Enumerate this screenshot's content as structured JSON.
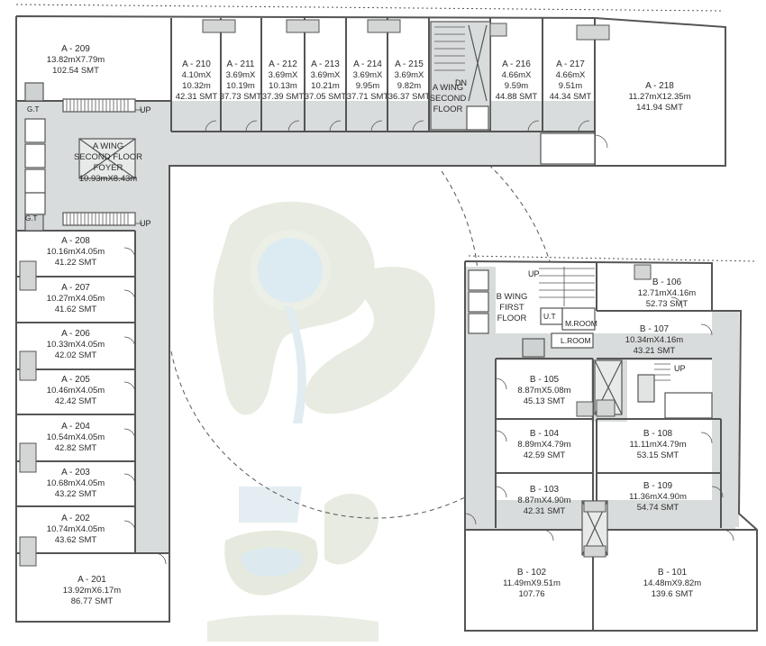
{
  "a_wing": {
    "foyer": {
      "title_lines": [
        "A WING",
        "SECOND FLOOR",
        "FOYER"
      ],
      "dims": "10.93mX8.43m"
    },
    "stair_label_lines": [
      "A WING",
      "SECOND",
      "FLOOR"
    ],
    "stair_dn": "DN",
    "up_labels": [
      "UP",
      "UP"
    ],
    "service_labels": [
      "G.T",
      "G.T"
    ],
    "units": [
      {
        "name": "A - 209",
        "dims": "13.82mX7.79m",
        "area": "102.54 SMT"
      },
      {
        "name": "A - 210",
        "dims_a": "4.10mX",
        "dims_b": "10.32m",
        "area": "42.31 SMT"
      },
      {
        "name": "A - 211",
        "dims_a": "3.69mX",
        "dims_b": "10.19m",
        "area": "37.73 SMT"
      },
      {
        "name": "A - 212",
        "dims_a": "3.69mX",
        "dims_b": "10.13m",
        "area": "37.39 SMT"
      },
      {
        "name": "A - 213",
        "dims_a": "3.69mX",
        "dims_b": "10.21m",
        "area": "37.05 SMT"
      },
      {
        "name": "A - 214",
        "dims_a": "3.69mX",
        "dims_b": "9.95m",
        "area": "37.71 SMT"
      },
      {
        "name": "A - 215",
        "dims_a": "3.69mX",
        "dims_b": "9.82m",
        "area": "36.37 SMT"
      },
      {
        "name": "A - 216",
        "dims_a": "4.66mX",
        "dims_b": "9.59m",
        "area": "44.88 SMT"
      },
      {
        "name": "A - 217",
        "dims_a": "4.66mX",
        "dims_b": "9.51m",
        "area": "44.34 SMT"
      },
      {
        "name": "A - 218",
        "dims": "11.27mX12.35m",
        "area": "141.94 SMT"
      },
      {
        "name": "A - 208",
        "dims": "10.16mX4.05m",
        "area": "41.22 SMT"
      },
      {
        "name": "A - 207",
        "dims": "10.27mX4.05m",
        "area": "41.62 SMT"
      },
      {
        "name": "A - 206",
        "dims": "10.33mX4.05m",
        "area": "42.02 SMT"
      },
      {
        "name": "A - 205",
        "dims": "10.46mX4.05m",
        "area": "42.42 SMT"
      },
      {
        "name": "A - 204",
        "dims": "10.54mX4.05m",
        "area": "42.82 SMT"
      },
      {
        "name": "A - 203",
        "dims": "10.68mX4.05m",
        "area": "43.22 SMT"
      },
      {
        "name": "A - 202",
        "dims": "10.74mX4.05m",
        "area": "43.62 SMT"
      },
      {
        "name": "A - 201",
        "dims": "13.92mX6.17m",
        "area": "86.77 SMT"
      }
    ]
  },
  "b_wing": {
    "title_lines": [
      "B WING",
      "FIRST",
      "FLOOR"
    ],
    "up_labels": [
      "UP",
      "UP"
    ],
    "service": {
      "ut": "U.T",
      "m_room": "M.ROOM",
      "l_room": "L.ROOM"
    },
    "units": [
      {
        "name": "B - 106",
        "dims": "12.71mX4.16m",
        "area": "52.73 SMT"
      },
      {
        "name": "B - 107",
        "dims": "10.34mX4.16m",
        "area": "43.21 SMT"
      },
      {
        "name": "B - 105",
        "dims": "8.87mX5.08m",
        "area": "45.13 SMT"
      },
      {
        "name": "B - 104",
        "dims": "8.89mX4.79m",
        "area": "42.59 SMT"
      },
      {
        "name": "B - 108",
        "dims": "11.11mX4.79m",
        "area": "53.15 SMT"
      },
      {
        "name": "B - 103",
        "dims": "8.87mX4.90m",
        "area": "42.31 SMT"
      },
      {
        "name": "B - 109",
        "dims": "11.36mX4.90m",
        "area": "54.74 SMT"
      },
      {
        "name": "B - 102",
        "dims": "11.49mX9.51m",
        "area": "107.76"
      },
      {
        "name": "B - 101",
        "dims": "14.48mX9.82m",
        "area": "139.6 SMT"
      }
    ]
  },
  "colors": {
    "wall": "#555555",
    "corridor": "#d9dcdc",
    "garden": "#e3e7da",
    "pool": "#cfe4ee"
  }
}
